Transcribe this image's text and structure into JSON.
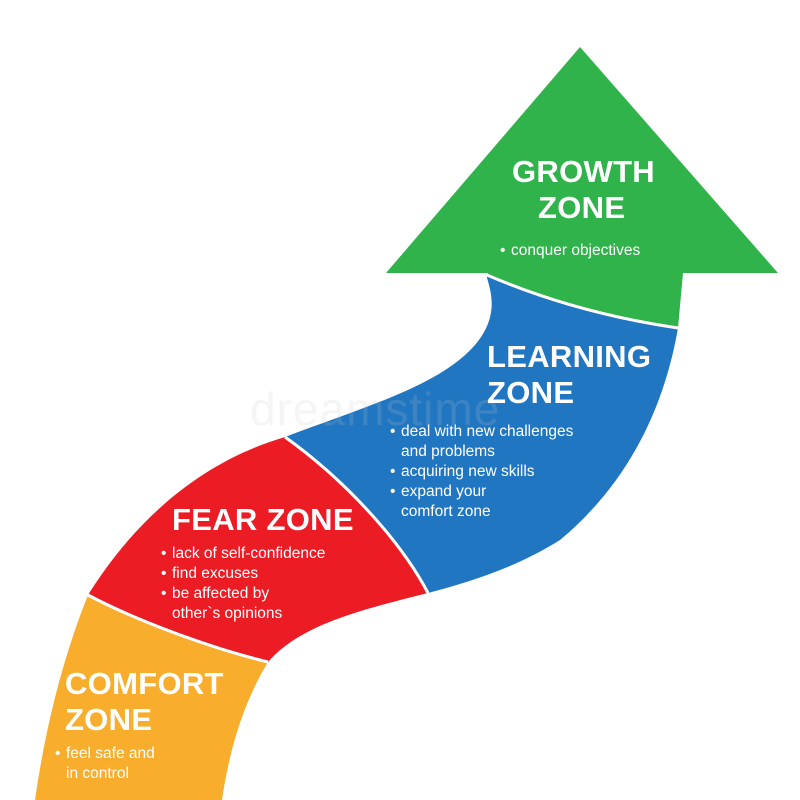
{
  "colors": {
    "comfort": "#f8ae2c",
    "fear": "#ec1c24",
    "learning": "#2076c1",
    "growth": "#2fb34a",
    "divider": "#ffffff",
    "text": "#ffffff"
  },
  "zones": [
    {
      "id": "comfort",
      "title_lines": [
        "COMFORT",
        "ZONE"
      ],
      "bullets": [
        "feel safe and\nin control"
      ]
    },
    {
      "id": "fear",
      "title_lines": [
        "FEAR ZONE"
      ],
      "bullets": [
        "lack of self-confidence",
        "find excuses",
        "be affected by\nother`s opinions"
      ]
    },
    {
      "id": "learning",
      "title_lines": [
        "LEARNING",
        "ZONE"
      ],
      "bullets": [
        "deal with new challenges\nand problems",
        "acquiring new skills",
        "expand your\ncomfort zone"
      ]
    },
    {
      "id": "growth",
      "title_lines": [
        "GROWTH",
        "ZONE"
      ],
      "bullets": [
        "conquer objectives"
      ]
    }
  ],
  "watermark": "dreamstime"
}
